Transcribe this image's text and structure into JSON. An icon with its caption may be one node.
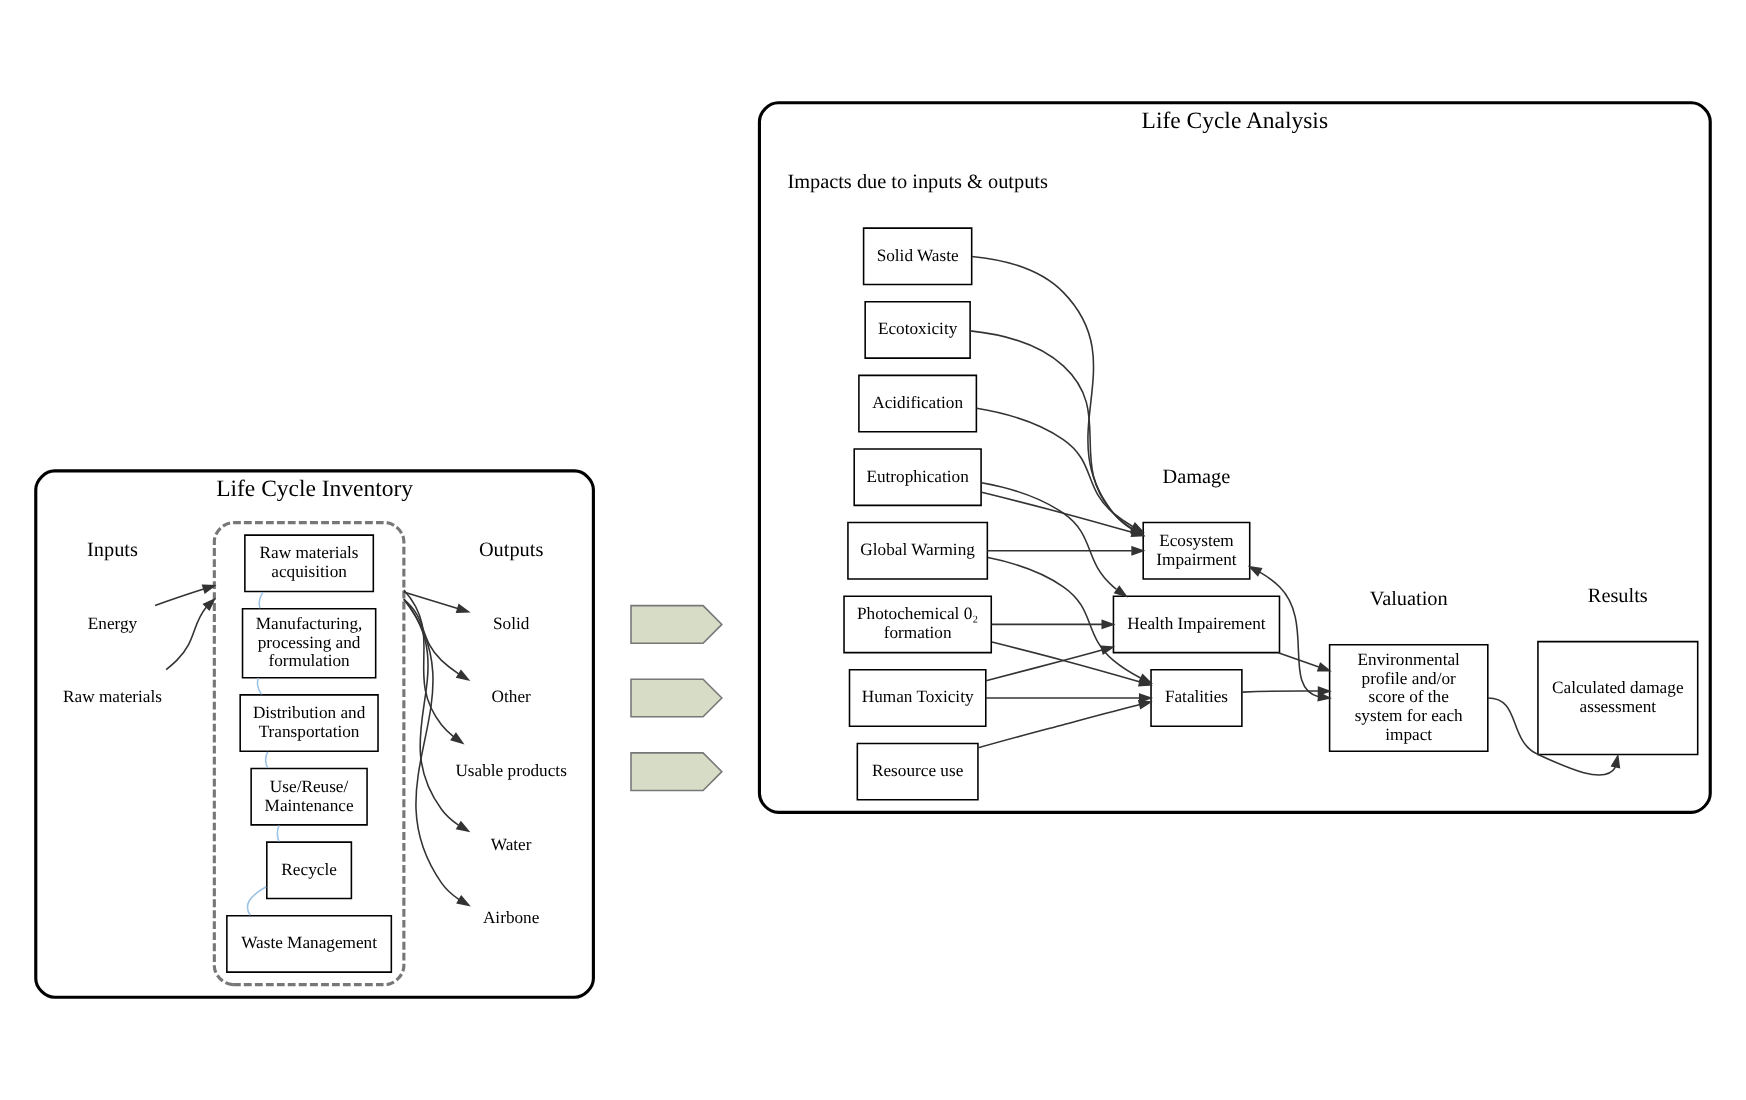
{
  "diagram": {
    "nodes": [
      {
        "text": [
          "Life Cycle Inventory"
        ]
      },
      {
        "text": [],
        "shape": "box",
        "in": 0
      },
      {
        "text": [
          "Raw materials acquisition"
        ],
        "in": 1
      },
      {
        "text": [
          "Manufacturing, processing and formulation"
        ],
        "in": 1
      },
      {
        "text": [
          "Distribution and Transportation"
        ],
        "in": 1
      },
      {
        "text": [
          "Use/Reuse/ Maintenance"
        ],
        "in": 1
      },
      {
        "text": [
          "Recycle"
        ],
        "in": 1
      },
      {
        "text": [
          "Waste Management"
        ],
        "in": 1
      },
      {
        "text": [
          "Energy"
        ],
        "in": 0
      },
      {
        "text": [
          "Raw materials"
        ],
        "in": 0
      },
      {
        "text": [
          "Usable products"
        ],
        "in": 0
      },
      {
        "text": [
          "Water"
        ],
        "in": 0
      },
      {
        "text": [
          "Airbone"
        ],
        "in": 0
      },
      {
        "text": [
          "Solid"
        ],
        "in": 0
      },
      {
        "text": [
          "Other"
        ],
        "in": 0
      },
      {
        "text": [],
        "shape": "arrow"
      },
      {
        "text": [],
        "shape": "arrow"
      },
      {
        "text": [],
        "shape": "arrow"
      },
      {
        "text": [
          "Life Cycle Analysis"
        ]
      },
      {
        "text": [
          "Resource use"
        ],
        "in": 18
      },
      {
        "text": [
          "Photochemical 0₂ formation"
        ],
        "in": 18
      },
      {
        "text": [
          "Human Toxicity"
        ],
        "in": 18
      },
      {
        "text": [
          "Global Warming"
        ],
        "in": 18
      },
      {
        "text": [
          "Eutrophication"
        ],
        "in": 18
      },
      {
        "text": [
          "Ecotoxicity"
        ],
        "in": 18
      },
      {
        "text": [
          "Acidification"
        ],
        "in": 18
      },
      {
        "text": [
          "Solid Waste"
        ],
        "in": 18
      },
      {
        "text": [
          "Fatalities"
        ],
        "in": 18
      },
      {
        "text": [
          "Health Impairement"
        ],
        "in": 18
      },
      {
        "text": [
          "Ecosystem Impairment"
        ],
        "in": 18
      },
      {
        "text": [
          "Environmental profile and/or score of the system for each impact"
        ],
        "in": 18
      },
      {
        "text": [
          "Calculated damage assessment"
        ],
        "in": 18
      }
    ],
    "edges": [
      {
        "from": 8,
        "to": 1,
        "arrow": "to"
      },
      {
        "from": 9,
        "to": 1,
        "arrow": "to"
      },
      {
        "from": 2,
        "to": 3,
        "arrow": "none",
        "color": "#9dc3e6"
      },
      {
        "from": 3,
        "to": 4,
        "arrow": "none",
        "color": "#9dc3e6"
      },
      {
        "from": 4,
        "to": 5,
        "arrow": "none",
        "color": "#9dc3e6"
      },
      {
        "from": 5,
        "to": 6,
        "arrow": "none",
        "color": "#9dc3e6"
      },
      {
        "from": 6,
        "to": 7,
        "arrow": "none",
        "color": "#9dc3e6"
      },
      {
        "from": 1,
        "to": 10,
        "arrow": "to"
      },
      {
        "from": 1,
        "to": 11,
        "arrow": "to"
      },
      {
        "from": 1,
        "to": 12,
        "arrow": "to"
      },
      {
        "from": 1,
        "to": 13,
        "arrow": "to"
      },
      {
        "from": 1,
        "to": 14,
        "arrow": "to"
      },
      {
        "from": 19,
        "to": 27,
        "arrow": "to"
      },
      {
        "from": 20,
        "to": 27,
        "arrow": "to"
      },
      {
        "from": 20,
        "to": 28,
        "arrow": "to"
      },
      {
        "from": 21,
        "to": 27,
        "arrow": "to"
      },
      {
        "from": 21,
        "to": 28,
        "arrow": "to"
      },
      {
        "from": 22,
        "to": 27,
        "arrow": "to"
      },
      {
        "from": 22,
        "to": 29,
        "arrow": "to"
      },
      {
        "from": 23,
        "to": 28,
        "arrow": "to"
      },
      {
        "from": 23,
        "to": 29,
        "arrow": "to"
      },
      {
        "from": 24,
        "to": 29,
        "arrow": "to"
      },
      {
        "from": 25,
        "to": 29,
        "arrow": "to"
      },
      {
        "from": 26,
        "to": 29,
        "arrow": "to"
      },
      {
        "from": 27,
        "to": 30,
        "arrow": "to"
      },
      {
        "from": 28,
        "to": 30,
        "arrow": "to"
      },
      {
        "from": 29,
        "to": 30,
        "arrow": "both"
      },
      {
        "from": 30,
        "to": 31,
        "arrow": "to"
      }
    ],
    "labels": [
      "Inputs",
      "Outputs",
      "Impacts due to inputs & outputs",
      "Damage",
      "Valuation",
      "Results"
    ]
  }
}
